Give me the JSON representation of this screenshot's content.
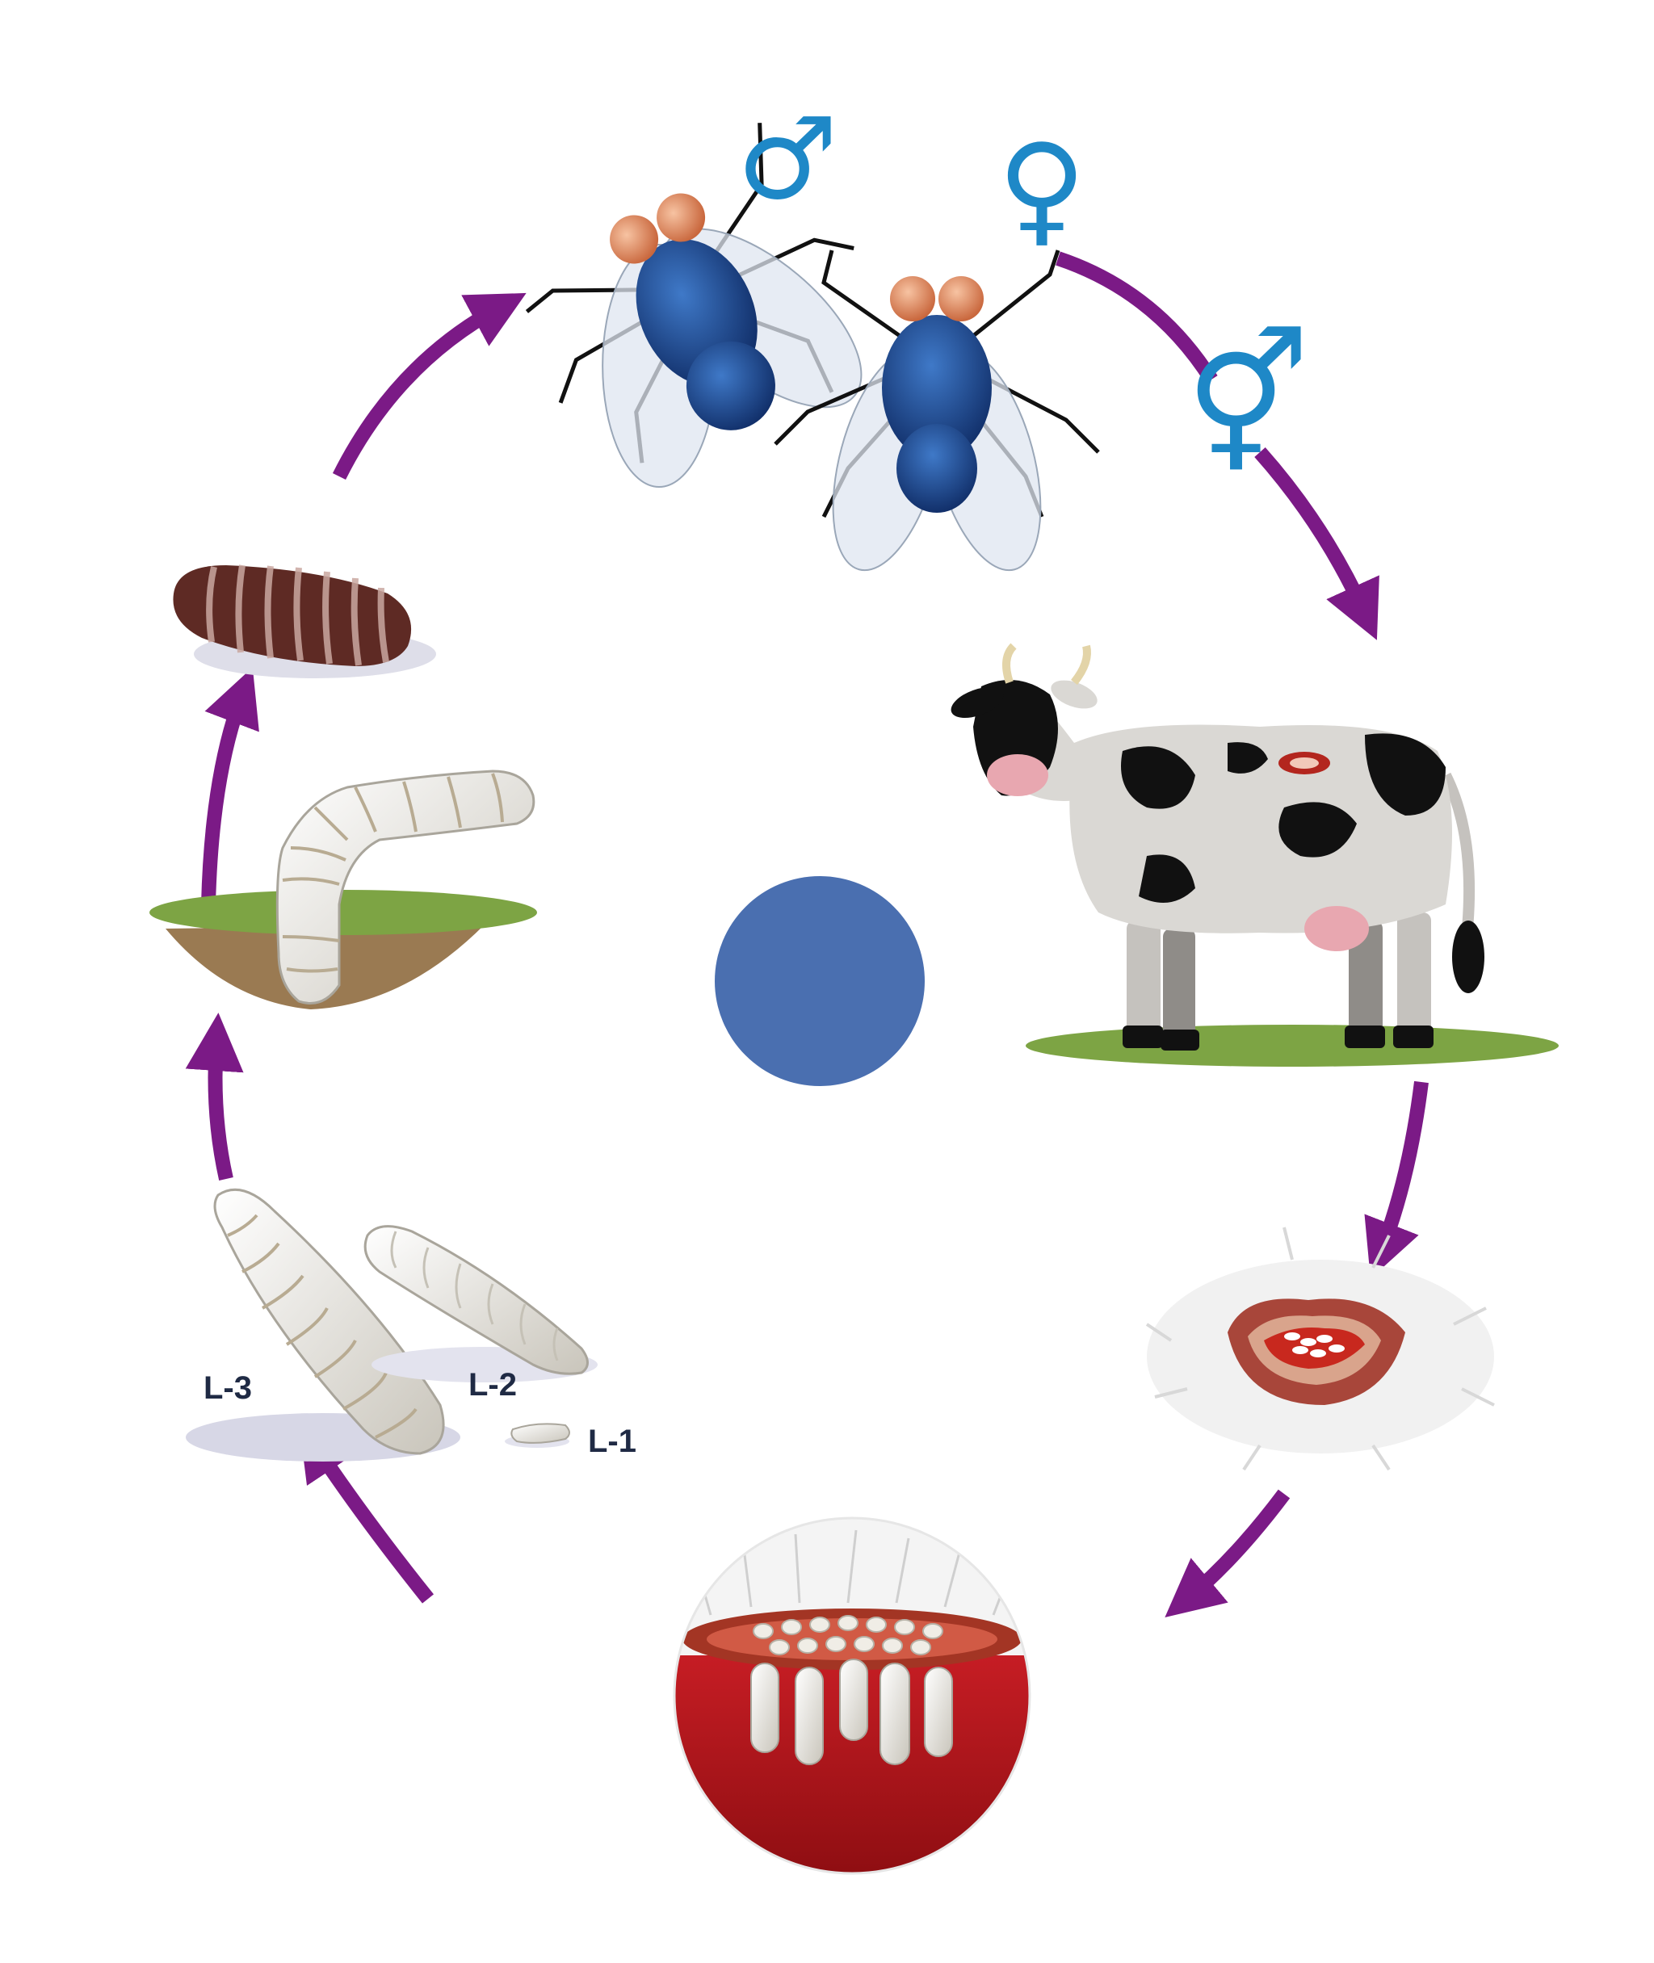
{
  "diagram": {
    "colors": {
      "arrow": "#7b1a86",
      "gender_symbol": "#1e88c7",
      "center_dot": "#4a6fb0",
      "grass": "#7da444",
      "soil": "#9a7a52",
      "wound": "#b3261e",
      "blood": "#b3131a",
      "larva": "#ece9e1",
      "pupa": "#5e2a24",
      "fly_body": "#1e3f8c",
      "fly_eye": "#e08b63"
    },
    "stages": {
      "adults": {
        "male_symbol": "♂",
        "female_symbol": "♀",
        "icon": "fly-icon"
      },
      "mating": {
        "symbol": "⚥",
        "icon": "mating-symbol-icon"
      },
      "host": {
        "icon": "cow-icon"
      },
      "wound": {
        "icon": "wound-icon"
      },
      "infestation": {
        "icon": "larvae-in-wound-icon"
      },
      "larvae": {
        "l1_label": "L-1",
        "l2_label": "L-2",
        "l3_label": "L-3",
        "icon": "larva-icon"
      },
      "burrowing": {
        "icon": "larva-burrowing-icon"
      },
      "pupa": {
        "icon": "pupa-icon"
      }
    }
  }
}
